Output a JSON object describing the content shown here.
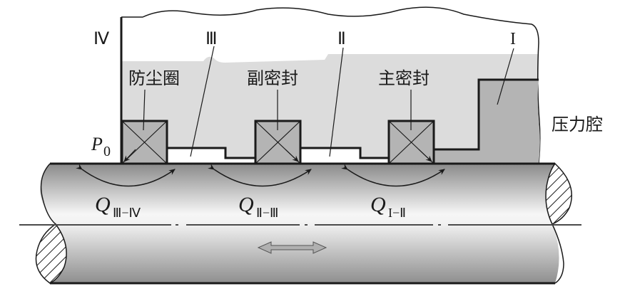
{
  "diagram": {
    "type": "seal-cross-section",
    "title": "",
    "regions": {
      "I": "I",
      "II": "Ⅱ",
      "III": "Ⅲ",
      "IV": "Ⅳ"
    },
    "seals": [
      {
        "id": "dust-ring",
        "label": "防尘圈"
      },
      {
        "id": "secondary-seal",
        "label": "副密封"
      },
      {
        "id": "primary-seal",
        "label": "主密封"
      }
    ],
    "pressure_chamber_label": "压力腔",
    "ambient_pressure": {
      "symbol": "P",
      "subscript": "0"
    },
    "flows": [
      {
        "symbol": "Q",
        "subscript": "Ⅲ−Ⅳ",
        "between": [
          "III",
          "IV"
        ]
      },
      {
        "symbol": "Q",
        "subscript": "Ⅱ−Ⅲ",
        "between": [
          "II",
          "III"
        ]
      },
      {
        "symbol": "Q",
        "subscript": "I−Ⅱ",
        "between": [
          "I",
          "II"
        ]
      }
    ],
    "rod_motion": "bidirectional",
    "colors": {
      "outline": "#1a1a1a",
      "housing_fill": "#dcdcdc",
      "seal_fill": "#b4b4b4",
      "chamber_fill": "#b4b4b4",
      "rod_dark": "#8a8a8a",
      "rod_light": "#f6f6f6"
    }
  }
}
